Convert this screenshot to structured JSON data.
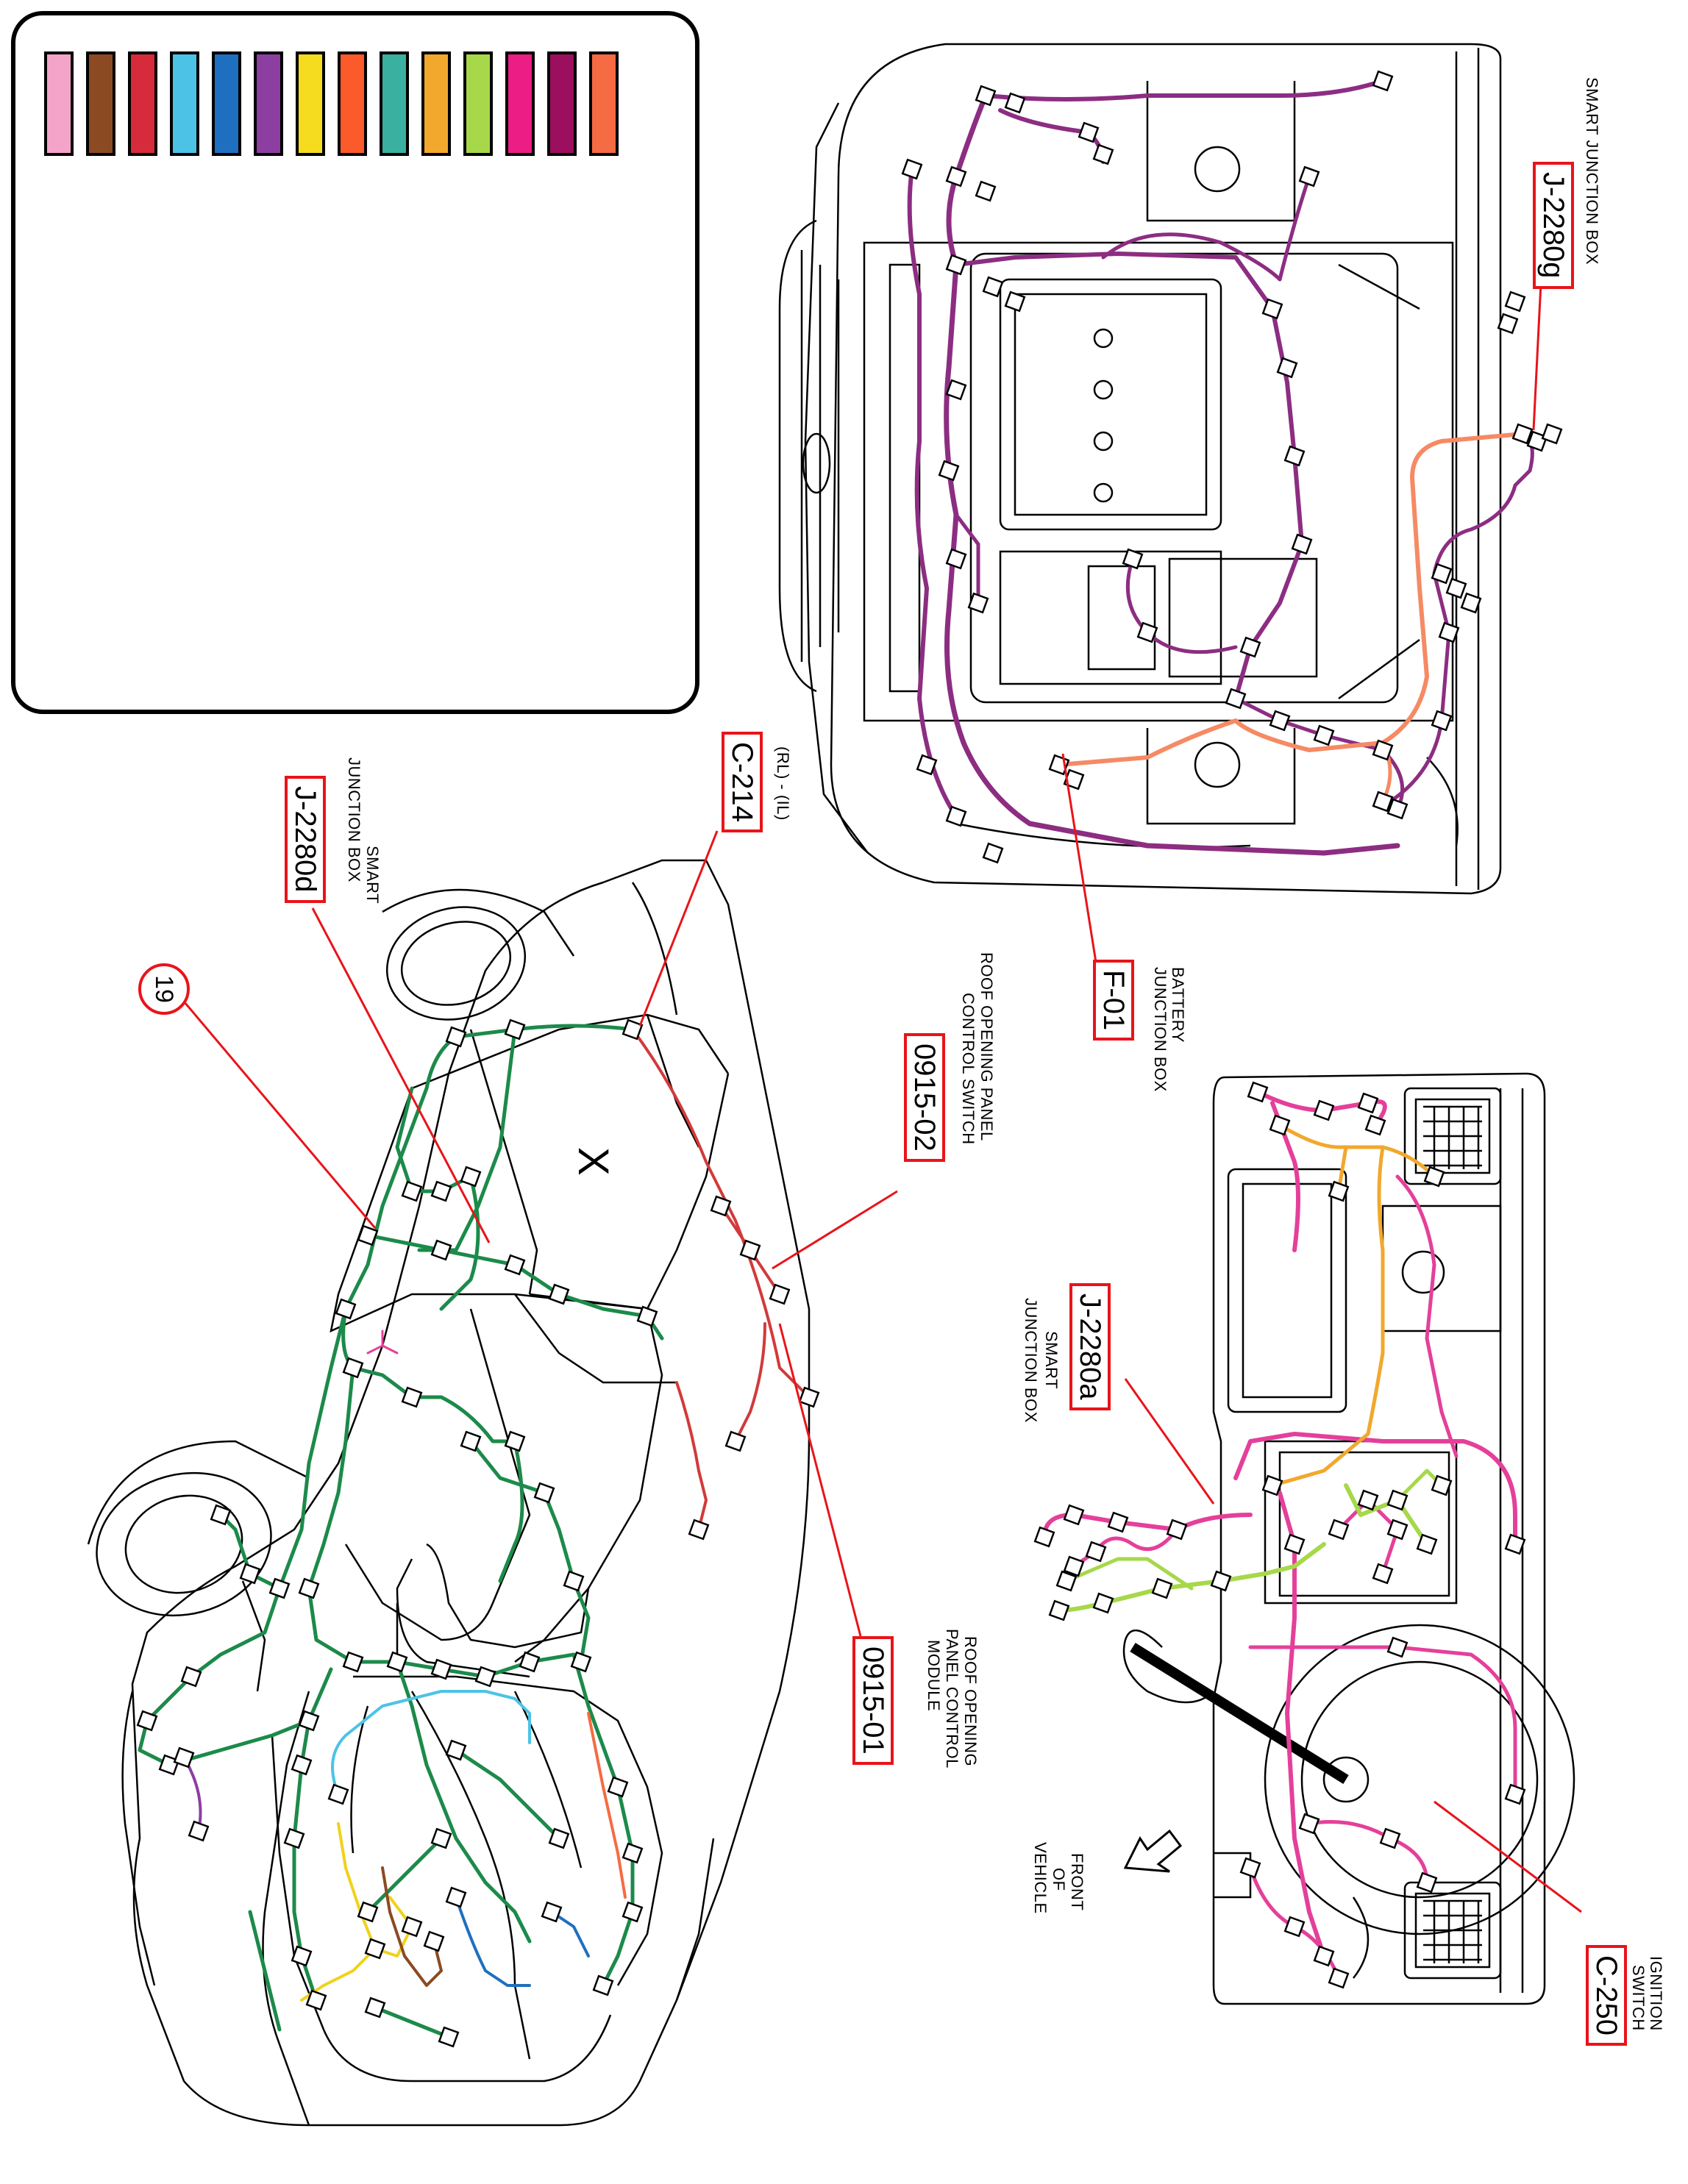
{
  "legend": {
    "swatches": [
      "#f4a3c9",
      "#8b4a22",
      "#d62b3a",
      "#4cc3e6",
      "#1e6fbf",
      "#8c3fa0",
      "#f5dc1e",
      "#fb5a2b",
      "#3ab0a0",
      "#f1a82d",
      "#a6d84a",
      "#ec1d85",
      "#9c0f5f",
      "#f56b43"
    ]
  },
  "labels": {
    "smart_jb_caption": "SMART JUNCTION BOX",
    "j2280g": "J-2280g",
    "battery_jb_caption_1": "BATTERY",
    "battery_jb_caption_2": "JUNCTION BOX",
    "f01": "F-01",
    "smart_jb_caption_a_1": "SMART",
    "smart_jb_caption_a_2": "JUNCTION BOX",
    "j2280a": "J-2280a",
    "ignition_caption_1": "IGNITION",
    "ignition_caption_2": "SWITCH",
    "c250": "C-250",
    "front_caption_1": "FRONT",
    "front_caption_2": "OF",
    "front_caption_3": "VEHICLE",
    "rl_il": "(RL) - (IL)",
    "c214": "C-214",
    "smart_jb_caption_d_1": "SMART",
    "smart_jb_caption_d_2": "JUNCTION BOX",
    "j2280d": "J-2280d",
    "roof_switch_caption_1": "ROOF OPENING PANEL",
    "roof_switch_caption_2": "CONTROL SWITCH",
    "s091502": "0915-02",
    "roof_module_caption_1": "ROOF OPENING",
    "roof_module_caption_2": "PANEL CONTROL",
    "roof_module_caption_3": "MODULE",
    "s091501": "0915-01",
    "ground_19": "19",
    "x_mark": "X"
  },
  "wire_colors": {
    "engine_harness": "#8c2d82",
    "engine_feed": "#f58a65",
    "dash_main": "#e4409a",
    "dash_amber": "#f1a82d",
    "dash_green": "#a6d84a",
    "body_green": "#1c8a4a",
    "body_red": "#d23a3a",
    "body_yellow": "#f0d21a",
    "body_brown": "#8b4a22",
    "body_cyan": "#4cc3e6",
    "body_blue": "#1e6fbf",
    "body_violet": "#8c3fa0",
    "callout": "#e8141a"
  }
}
